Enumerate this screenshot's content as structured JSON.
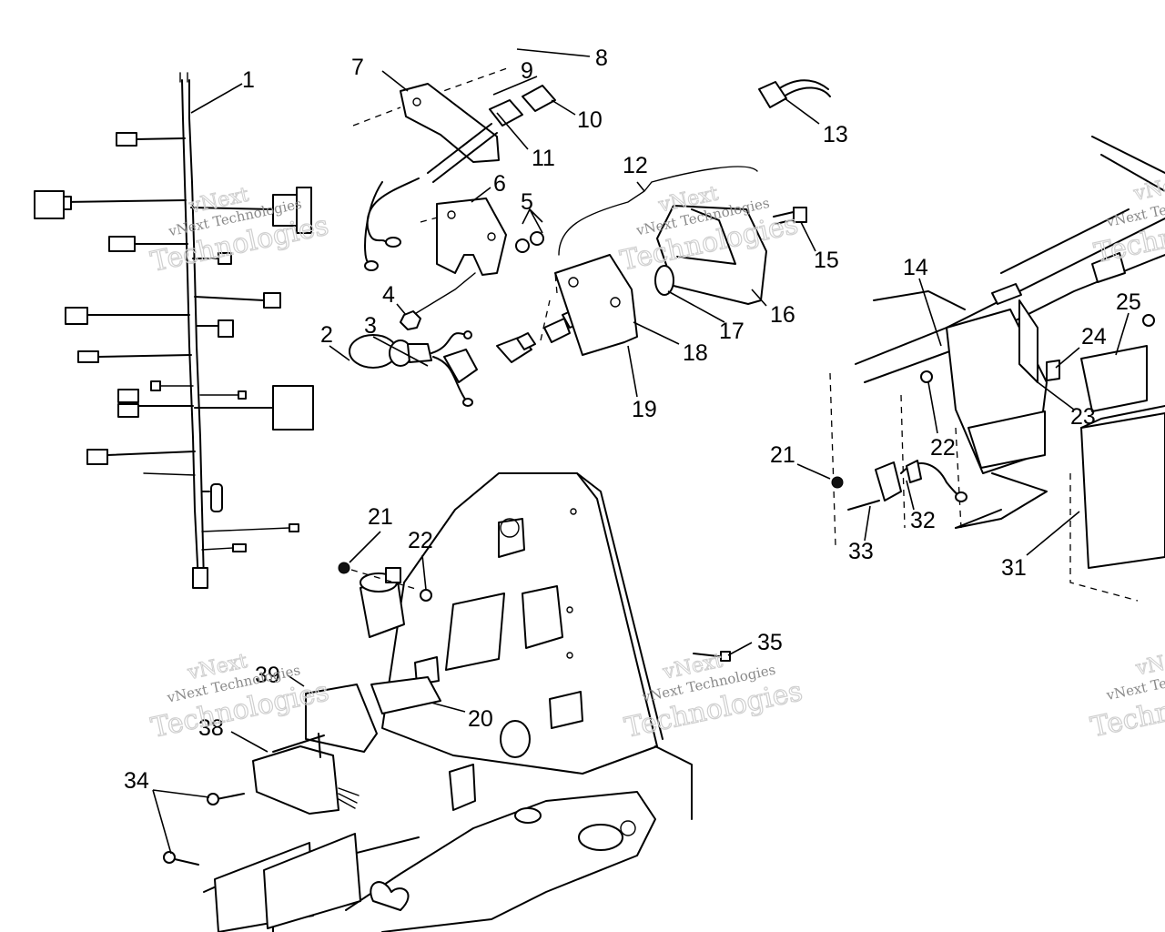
{
  "watermark": {
    "line1": "vNext",
    "line2": "vNext Technologies",
    "line3": "Technologies"
  },
  "callouts": [
    {
      "id": "c1",
      "label": "1"
    },
    {
      "id": "c2",
      "label": "2"
    },
    {
      "id": "c3",
      "label": "3"
    },
    {
      "id": "c4",
      "label": "4"
    },
    {
      "id": "c5",
      "label": "5"
    },
    {
      "id": "c6",
      "label": "6"
    },
    {
      "id": "c7",
      "label": "7"
    },
    {
      "id": "c8",
      "label": "8"
    },
    {
      "id": "c9",
      "label": "9"
    },
    {
      "id": "c10",
      "label": "10"
    },
    {
      "id": "c11",
      "label": "11"
    },
    {
      "id": "c12",
      "label": "12"
    },
    {
      "id": "c13",
      "label": "13"
    },
    {
      "id": "c14",
      "label": "14"
    },
    {
      "id": "c15",
      "label": "15"
    },
    {
      "id": "c16",
      "label": "16"
    },
    {
      "id": "c17",
      "label": "17"
    },
    {
      "id": "c18",
      "label": "18"
    },
    {
      "id": "c19",
      "label": "19"
    },
    {
      "id": "c20",
      "label": "20"
    },
    {
      "id": "c21a",
      "label": "21"
    },
    {
      "id": "c22a",
      "label": "22"
    },
    {
      "id": "c21b",
      "label": "21"
    },
    {
      "id": "c22b",
      "label": "22"
    },
    {
      "id": "c23",
      "label": "23"
    },
    {
      "id": "c24",
      "label": "24"
    },
    {
      "id": "c25",
      "label": "25"
    },
    {
      "id": "c31",
      "label": "31"
    },
    {
      "id": "c32",
      "label": "32"
    },
    {
      "id": "c33",
      "label": "33"
    },
    {
      "id": "c34",
      "label": "34"
    },
    {
      "id": "c35",
      "label": "35"
    },
    {
      "id": "c38",
      "label": "38"
    },
    {
      "id": "c39",
      "label": "39"
    }
  ]
}
